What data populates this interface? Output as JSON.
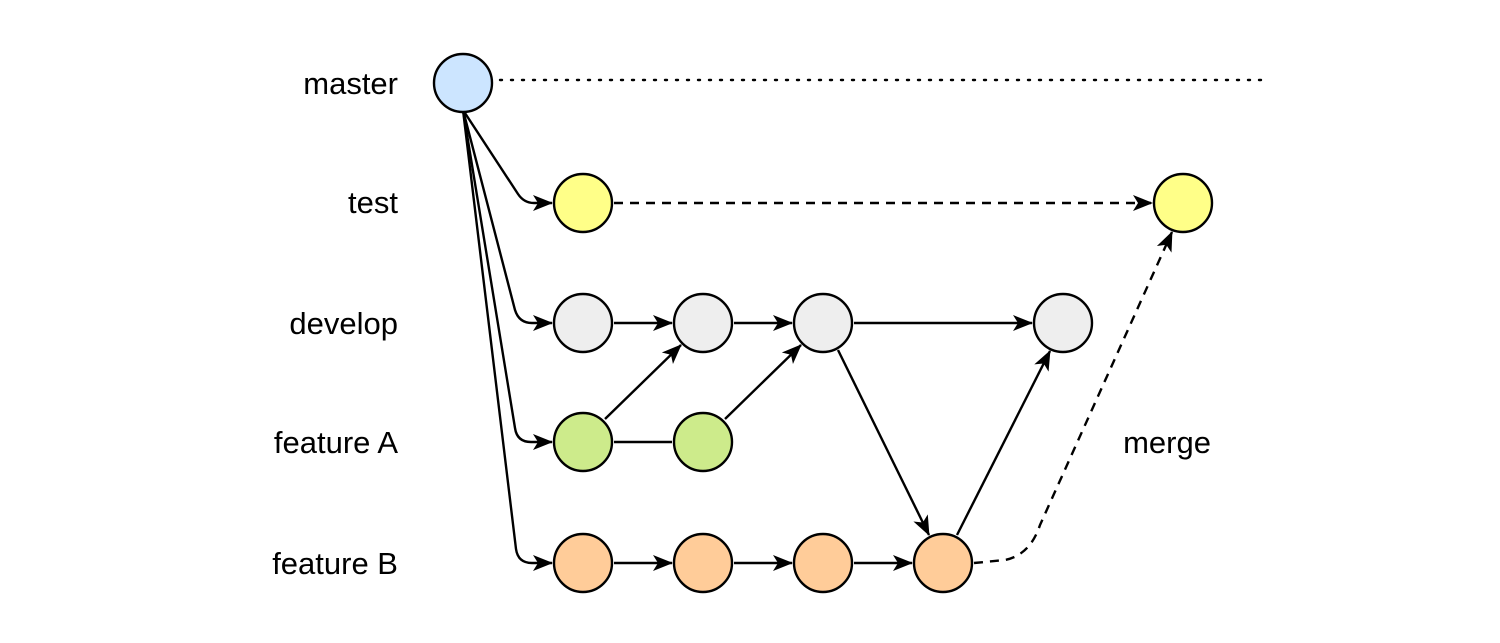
{
  "diagram": {
    "branches": [
      {
        "id": "master",
        "label": "master"
      },
      {
        "id": "test",
        "label": "test"
      },
      {
        "id": "develop",
        "label": "develop"
      },
      {
        "id": "featureA",
        "label": "feature A"
      },
      {
        "id": "featureB",
        "label": "feature B"
      }
    ],
    "merge_label": "merge",
    "colors": {
      "master": "#cce5ff",
      "test": "#ffff88",
      "develop": "#eeeeee",
      "featureA": "#cdeb8b",
      "featureB": "#ffcc99",
      "stroke": "#000000"
    }
  }
}
